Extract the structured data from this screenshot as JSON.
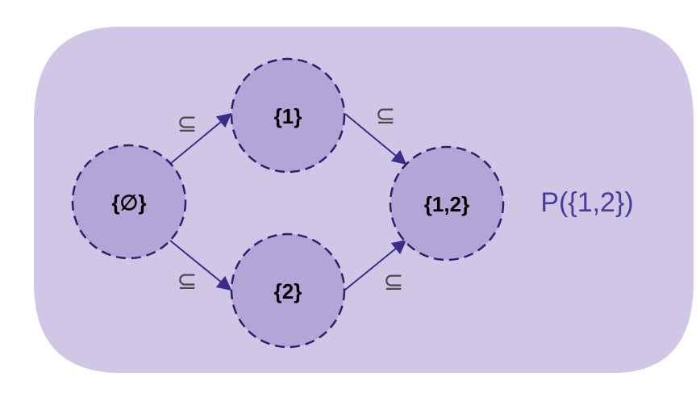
{
  "colors": {
    "background_region": "#d0c6e6",
    "node_fill": "#b3a5d6",
    "node_stroke": "#2e1f6e",
    "arrow": "#3a2d8a",
    "subset_symbol": "#4a4a4a",
    "set_name": "#4a3c9c"
  },
  "set_name": "P({1,2})",
  "nodes": [
    {
      "id": "empty",
      "label": "{∅}"
    },
    {
      "id": "one",
      "label": "{1}"
    },
    {
      "id": "two",
      "label": "{2}"
    },
    {
      "id": "onetwo",
      "label": "{1,2}"
    }
  ],
  "edges": [
    {
      "from": "empty",
      "to": "one",
      "label": "⊆"
    },
    {
      "from": "empty",
      "to": "two",
      "label": "⊆"
    },
    {
      "from": "one",
      "to": "onetwo",
      "label": "⊆"
    },
    {
      "from": "two",
      "to": "onetwo",
      "label": "⊆"
    }
  ]
}
